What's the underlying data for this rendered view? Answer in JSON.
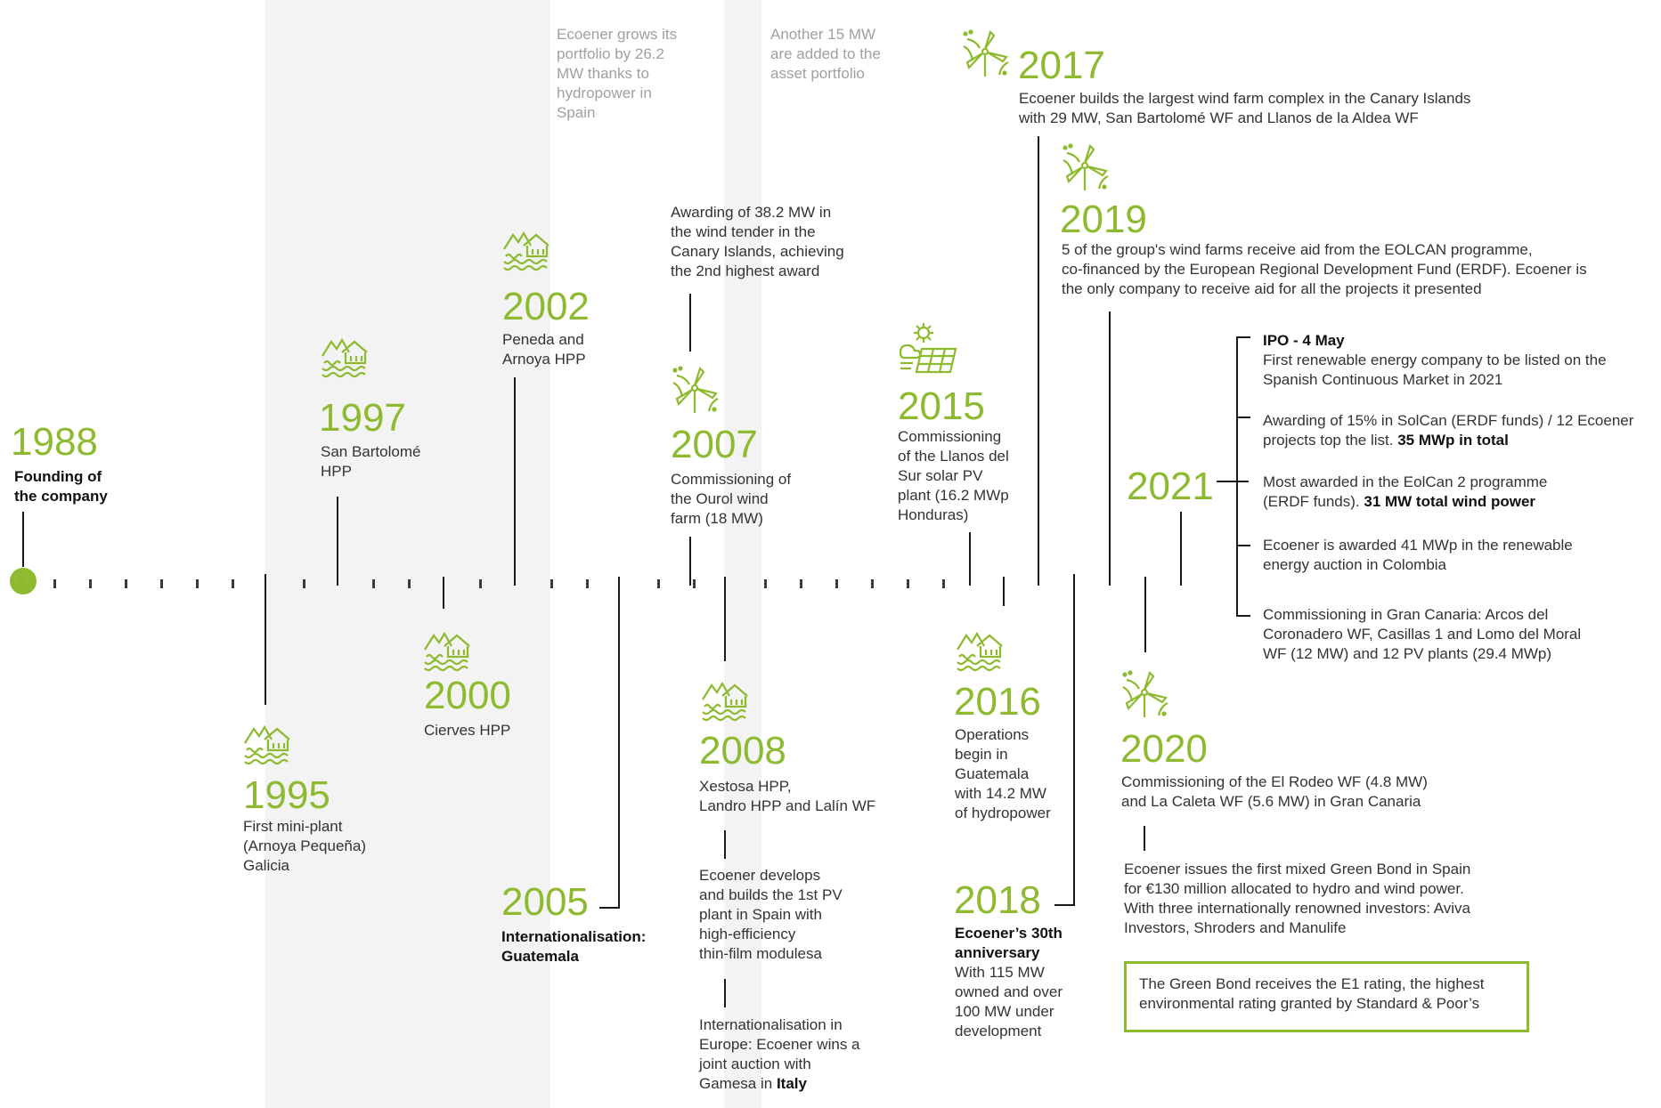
{
  "colors": {
    "accent": "#8dba2f",
    "line": "#1a1a1a",
    "band": "#f3f3f3",
    "note": "#a0a0a0"
  },
  "notes": {
    "n1": "Ecoener grows its portfolio by 26.2 MW thanks to hydropower in Spain",
    "n2": "Another 15 MW are added to the asset portfolio"
  },
  "events": {
    "e1988": {
      "year": "1988",
      "l1": "Founding of",
      "l2": "the company"
    },
    "e1995": {
      "year": "1995",
      "l1": "First mini-plant",
      "l2": "(Arnoya Pequeña)",
      "l3": "Galicia",
      "icon": "hydro-plant-icon"
    },
    "e1997": {
      "year": "1997",
      "l1": "San Bartolomé",
      "l2": "HPP",
      "icon": "hydro-plant-icon"
    },
    "e2000": {
      "year": "2000",
      "l1": "Cierves HPP",
      "icon": "hydro-plant-icon"
    },
    "e2002": {
      "year": "2002",
      "l1": "Peneda and",
      "l2": "Arnoya HPP",
      "icon": "hydro-plant-icon"
    },
    "e2005": {
      "year": "2005",
      "l1": "Internationalisation:",
      "l2": "Guatemala"
    },
    "e2007": {
      "pre1": "Awarding of 38.2 MW in",
      "pre2": "the wind tender in the",
      "pre3": "Canary Islands, achieving",
      "pre4": "the 2nd highest award",
      "year": "2007",
      "l1": "Commissioning of",
      "l2": "the Ourol wind",
      "l3": "farm (18 MW)",
      "icon": "wind-turbine-icon"
    },
    "e2008": {
      "year": "2008",
      "l1": "Xestosa HPP,",
      "l2": "Landro HPP and Lalín WF",
      "icon": "hydro-plant-icon",
      "s1a": "Ecoener develops",
      "s1b": "and builds the 1st PV",
      "s1c": "plant in Spain with",
      "s1d": "high-efficiency",
      "s1e": "thin-film modulesa",
      "s2a": "Internationalisation in",
      "s2b": "Europe: Ecoener wins a",
      "s2c": "joint auction with",
      "s2d": "Gamesa in ",
      "s2e": "Italy"
    },
    "e2015": {
      "year": "2015",
      "l1": "Commissioning",
      "l2": "of the Llanos del",
      "l3": "Sur solar PV",
      "l4": "plant (16.2 MWp",
      "l5": "Honduras)",
      "icon": "solar-panel-icon"
    },
    "e2016": {
      "year": "2016",
      "l1": "Operations",
      "l2": "begin in",
      "l3": "Guatemala",
      "l4": "with 14.2 MW",
      "l5": "of hydropower",
      "icon": "hydro-plant-icon"
    },
    "e2017": {
      "year": "2017",
      "l1": "Ecoener builds the largest wind farm complex in the Canary Islands",
      "l2": "with 29 MW, San Bartolomé WF and Llanos de la Aldea WF",
      "icon": "wind-turbine-icon"
    },
    "e2018": {
      "year": "2018",
      "l1": "Ecoener’s 30th",
      "l2": "anniversary",
      "l3": "With 115 MW",
      "l4": "owned and over",
      "l5": "100 MW under",
      "l6": "development"
    },
    "e2019": {
      "year": "2019",
      "l1": "5 of the group's wind farms receive aid from the EOLCAN programme,",
      "l2": "co-financed by the European Regional Development Fund (ERDF). Ecoener is",
      "l3": "the only company to receive aid for all the projects it presented",
      "icon": "wind-turbine-icon"
    },
    "e2020": {
      "year": "2020",
      "l1": "Commissioning of the El Rodeo WF (4.8 MW)",
      "l2": "and La Caleta WF (5.6 MW) in Gran Canaria",
      "icon": "wind-turbine-icon",
      "g1": "Ecoener issues the first mixed Green Bond in Spain",
      "g2": "for €130 million allocated to hydro and wind power.",
      "g3": "With three internationally renowned investors: Aviva",
      "g4": "Investors, Shroders and Manulife",
      "box1": "The Green Bond receives the E1 rating, the highest",
      "box2": "environmental rating granted by Standard & Poor’s"
    },
    "e2021": {
      "year": "2021",
      "i1a": "IPO - 4 May",
      "i1b": "First renewable energy company to be listed on the",
      "i1c": "Spanish Continuous Market in 2021",
      "i2a": "Awarding of 15% in SolCan (ERDF funds) / 12 Ecoener",
      "i2b": "projects top the list. ",
      "i2c": "35 MWp in total",
      "i3a": "Most awarded in the EolCan 2 programme",
      "i3b": "(ERDF funds). ",
      "i3c": "31 MW total wind power",
      "i4a": "Ecoener is awarded 41 MWp in the renewable",
      "i4b": "energy auction in Colombia",
      "i5a": "Commissioning in Gran Canaria: Arcos del",
      "i5b": "Coronadero WF, Casillas 1 and Lomo del Moral",
      "i5c": "WF (12 MW) and 12 PV plants (29.4 MWp)"
    }
  }
}
